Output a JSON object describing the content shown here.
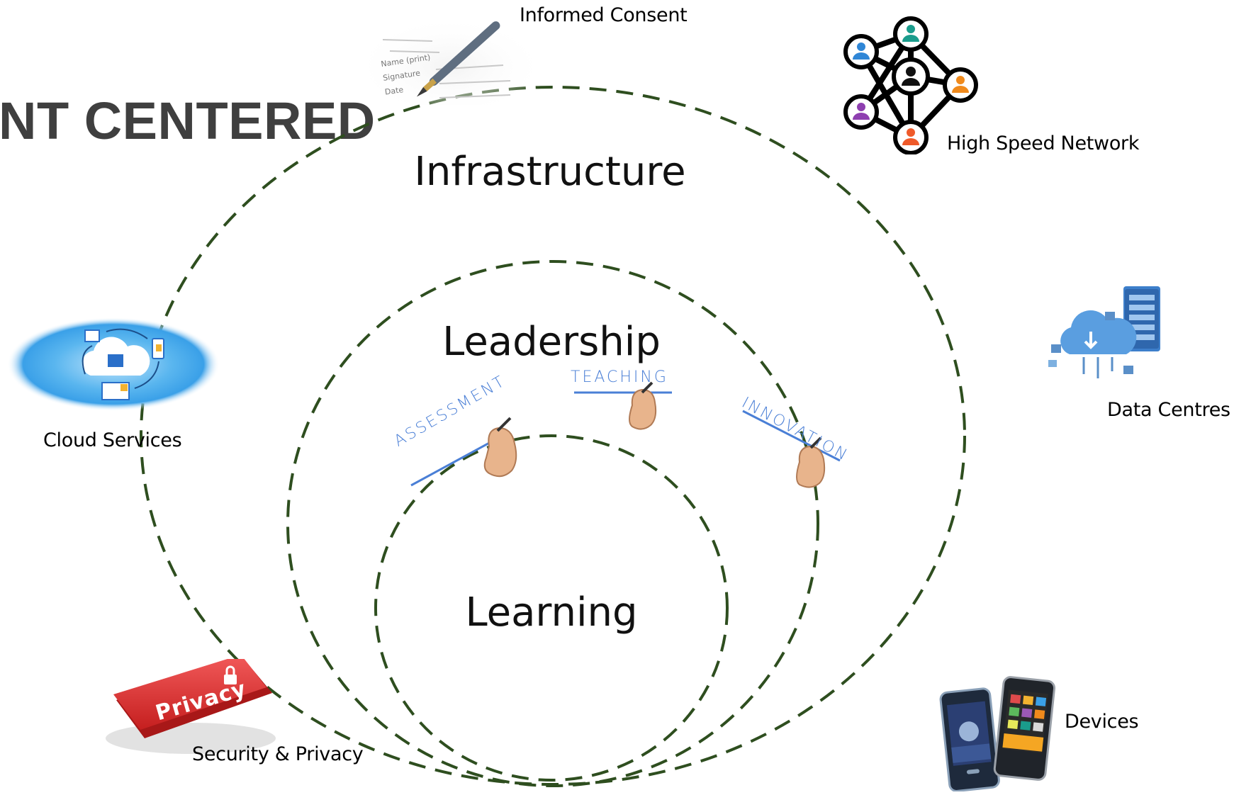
{
  "title": "NT CENTERED",
  "rings": {
    "outer": "Infrastructure",
    "middle": "Leadership",
    "inner": "Learning"
  },
  "hand_words": {
    "assessment": "ASSESSMENT",
    "teaching": "TEACHING",
    "innovation": "INNOVATION"
  },
  "consent_sheet": {
    "lines": [
      "Name (print)",
      "Signature",
      "Date"
    ]
  },
  "items": {
    "informed_consent": "Informed Consent",
    "high_speed_network": "High Speed Network",
    "cloud_services": "Cloud Services",
    "data_centres": "Data Centres",
    "security_privacy": "Security & Privacy",
    "privacy_key": "Privacy",
    "devices": "Devices"
  },
  "colors": {
    "ring_stroke": "#2e4e1f",
    "title": "#3f3f3f",
    "hand_word": "#4a7fd6",
    "privacy_key": "#d42a2a",
    "cloud_glow": "#3aa0e8"
  },
  "icons": {
    "informed_consent": "pen-signature-icon",
    "high_speed_network": "people-network-icon",
    "cloud_services": "cloud-sync-icon",
    "data_centres": "server-cloud-icon",
    "security_privacy": "privacy-key-icon",
    "devices": "mobile-phones-icon"
  }
}
